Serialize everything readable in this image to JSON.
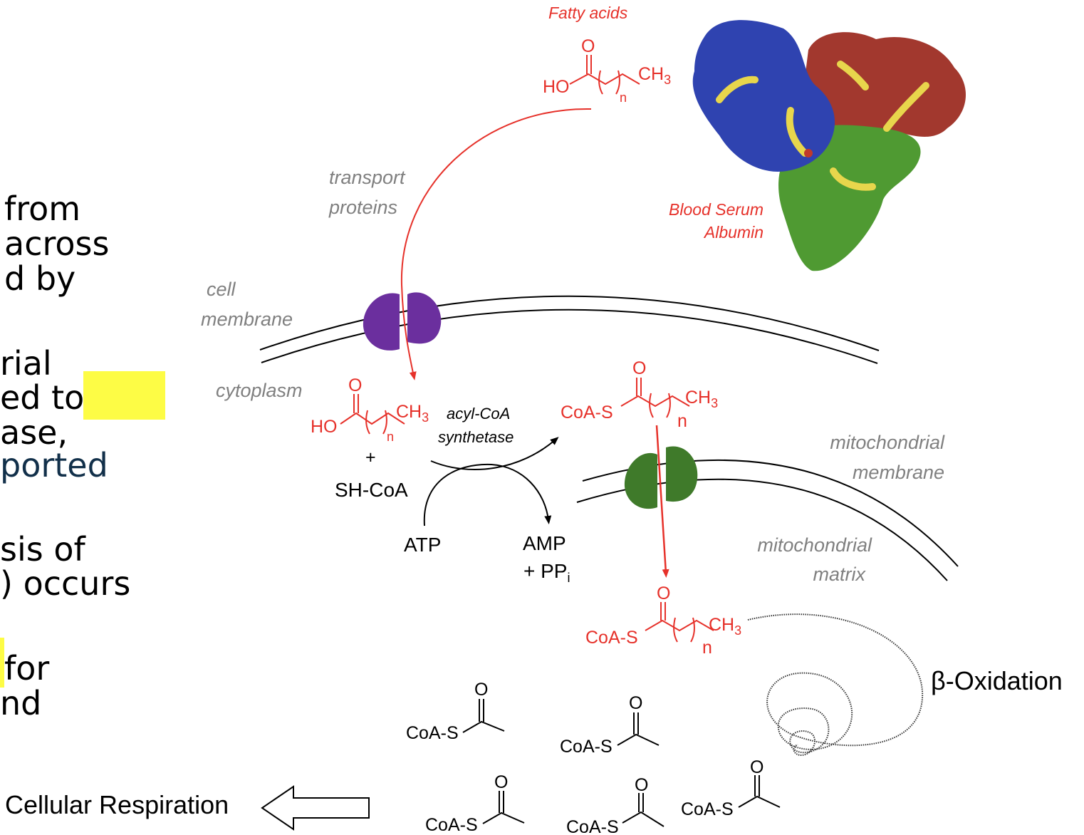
{
  "slide_lines": [
    "from",
    "across",
    "d by",
    "rial",
    "ed to",
    "ase,",
    "ported",
    "sis of",
    ") occurs",
    "for",
    "nd"
  ],
  "labels": {
    "fatty_acids": "Fatty acids",
    "transport_proteins_1": "transport",
    "transport_proteins_2": "proteins",
    "albumin_1": "Blood Serum",
    "albumin_2": "Albumin",
    "cell_membrane_1": "cell",
    "cell_membrane_2": "membrane",
    "cytoplasm": "cytoplasm",
    "mito_membrane_1": "mitochondrial",
    "mito_membrane_2": "membrane",
    "mito_matrix_1": "mitochondrial",
    "mito_matrix_2": "matrix",
    "beta_oxidation": "β-Oxidation",
    "cellular_respiration": "Cellular Respiration"
  },
  "reaction": {
    "enzyme_1": "acyl-CoA",
    "enzyme_2": "synthetase",
    "plus": "+",
    "shcoa": "SH-CoA",
    "atp": "ATP",
    "amp": "AMP",
    "ppi": "+ PP",
    "ppi_sub": "i"
  },
  "chem": {
    "O": "O",
    "HO": "HO",
    "CH3": "CH",
    "sub3": "3",
    "n": "n",
    "CoAS": "CoA-S"
  },
  "colors": {
    "red": "#e6312a",
    "purple_channel": "#6b2f9e",
    "green_channel": "#3f7a2a",
    "highlight": "#fdfc45",
    "protein_blue": "#2f43b0",
    "protein_red": "#a2382e",
    "protein_green": "#4f9a32",
    "ligand_yellow": "#e8d64c"
  }
}
